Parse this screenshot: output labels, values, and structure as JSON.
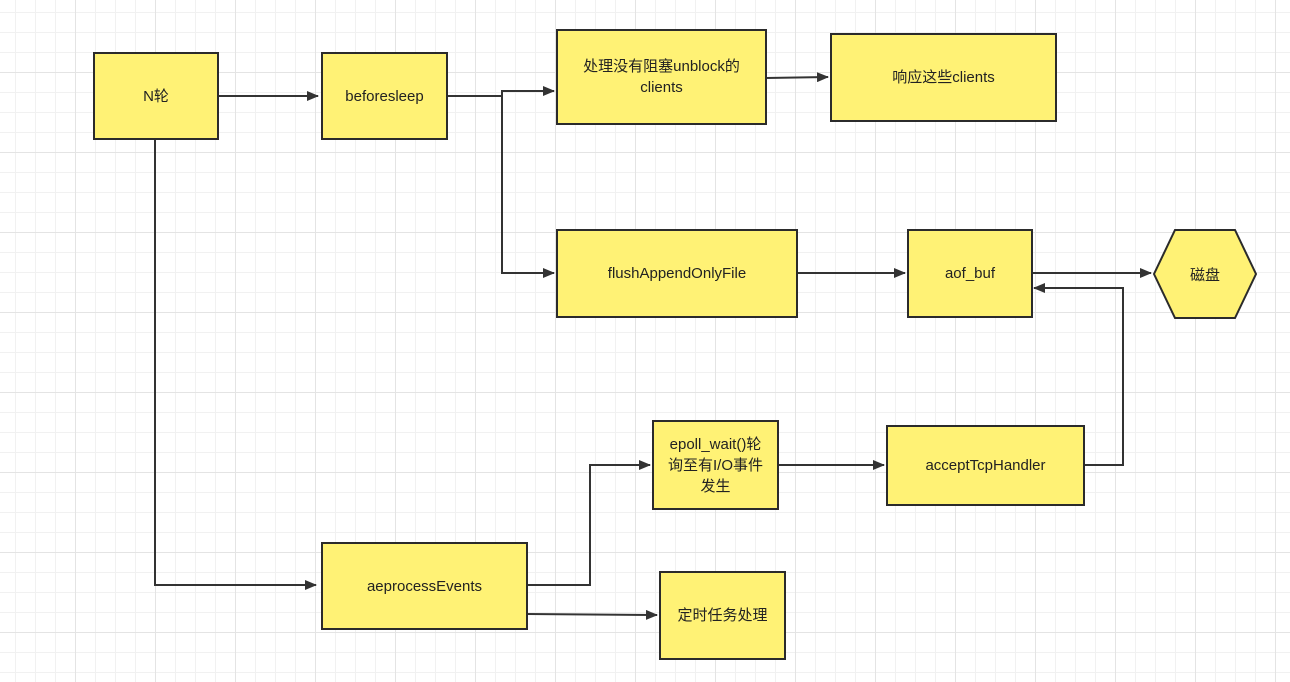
{
  "diagram": {
    "nodes": {
      "n_round": "N轮",
      "beforesleep": "beforesleep",
      "unblock_clients": "处理没有阻塞unblock的clients",
      "respond_clients": "响应这些clients",
      "flush_aof": "flushAppendOnlyFile",
      "aof_buf": "aof_buf",
      "disk": "磁盘",
      "ae_process_events": "aeprocessEvents",
      "epoll_wait": "epoll_wait()轮询至有I/O事件发生",
      "accept_tcp_handler": "acceptTcpHandler",
      "timer_tasks": "定时任务处理"
    },
    "edges": [
      {
        "from": "n_round",
        "to": "beforesleep"
      },
      {
        "from": "beforesleep",
        "to": "unblock_clients"
      },
      {
        "from": "beforesleep",
        "to": "flush_aof"
      },
      {
        "from": "unblock_clients",
        "to": "respond_clients"
      },
      {
        "from": "flush_aof",
        "to": "aof_buf"
      },
      {
        "from": "aof_buf",
        "to": "disk"
      },
      {
        "from": "n_round",
        "to": "ae_process_events"
      },
      {
        "from": "ae_process_events",
        "to": "epoll_wait"
      },
      {
        "from": "ae_process_events",
        "to": "timer_tasks"
      },
      {
        "from": "epoll_wait",
        "to": "accept_tcp_handler"
      },
      {
        "from": "accept_tcp_handler",
        "to": "aof_buf"
      }
    ],
    "colors": {
      "node_fill": "#fff275",
      "node_border": "#2b2b2b",
      "edge": "#333333"
    }
  }
}
